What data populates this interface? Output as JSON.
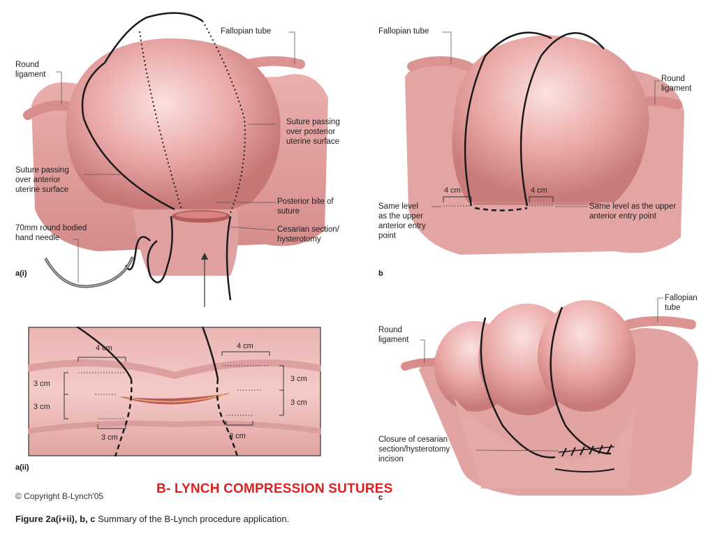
{
  "panel_a1": {
    "tag": "a(i)",
    "labels": {
      "fallopian_tube": "Fallopian tube",
      "round_ligament": "Round\nligament",
      "suture_posterior": "Suture passing\nover posterior\nuterine surface",
      "suture_anterior": "Suture passing\nover anterior\nuterine surface",
      "posterior_bite": "Posterior bite of\nsuture",
      "cesarian_section": "Cesarian section/\nhysterotomy",
      "needle": "70mm round bodied\nhand needle"
    }
  },
  "panel_a2": {
    "tag": "a(ii)",
    "measurements": {
      "top_left": "4 cm",
      "top_right": "4 cm",
      "left_upper": "3 cm",
      "left_lower": "3 cm",
      "right_upper": "3 cm",
      "right_lower": "3 cm",
      "bottom_left": "3 cm",
      "bottom_right": "3 cm"
    }
  },
  "panel_b": {
    "tag": "b",
    "labels": {
      "fallopian_tube": "Fallopian tube",
      "round_ligament": "Round\nligament",
      "same_level_left": "Same level\nas the upper\nanterior entry\npoint",
      "same_level_right": "Same level as the upper\nanterior entry point"
    },
    "measurements": {
      "left": "4 cm",
      "right": "4 cm"
    }
  },
  "panel_c": {
    "tag": "c",
    "labels": {
      "fallopian_tube": "Fallopian\ntube",
      "round_ligament": "Round\nligament",
      "closure": "Closure of cesarian\nsection/hysterotomy\nincison"
    }
  },
  "title": "B- LYNCH COMPRESSION SUTURES",
  "copyright": "© Copyright B-Lynch'05",
  "caption": {
    "figure_ref": "Figure 2a(i+ii), b, c",
    "text": "Summary of the B-Lynch procedure application."
  },
  "colors": {
    "tissue": "#e6a0a0",
    "tissue_light": "#f6cfcd",
    "tissue_dark": "#c97878",
    "suture": "#1a1a1a",
    "title": "#e02020"
  }
}
